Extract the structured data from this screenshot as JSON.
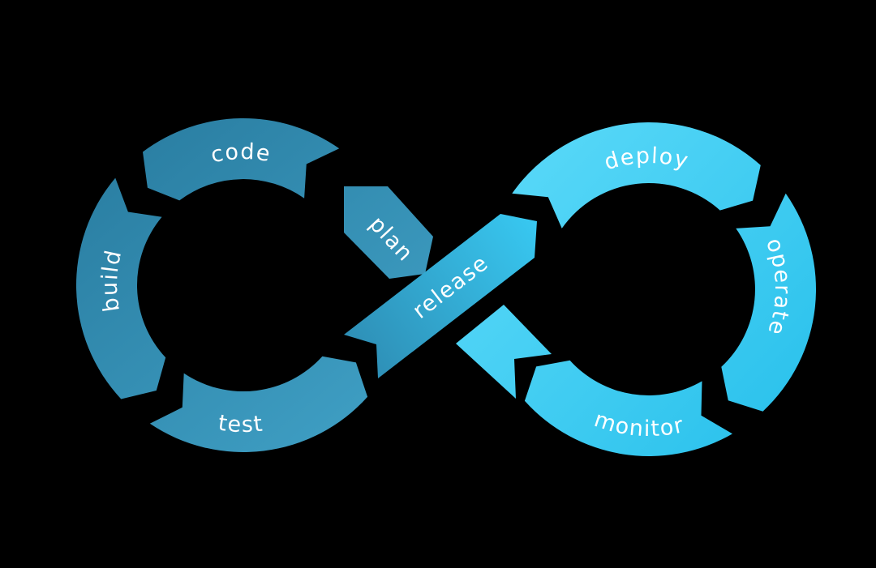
{
  "diagram": {
    "kind": "devops-infinity-loop",
    "background_color": "#000000",
    "label_color": "#ffffff",
    "left_loop_gradient": [
      "#2a7ea2",
      "#3f9fc4"
    ],
    "right_loop_gradient": [
      "#58d8f8",
      "#28c0eb"
    ],
    "release_gradient": [
      "#2e8db4",
      "#38c9f2"
    ],
    "stages": [
      {
        "id": "plan",
        "label": "plan",
        "loop": "left-center"
      },
      {
        "id": "code",
        "label": "code",
        "loop": "left"
      },
      {
        "id": "build",
        "label": "build",
        "loop": "left"
      },
      {
        "id": "test",
        "label": "test",
        "loop": "left"
      },
      {
        "id": "release",
        "label": "release",
        "loop": "center"
      },
      {
        "id": "deploy",
        "label": "deploy",
        "loop": "right"
      },
      {
        "id": "operate",
        "label": "operate",
        "loop": "right"
      },
      {
        "id": "monitor",
        "label": "monitor",
        "loop": "right"
      }
    ]
  }
}
